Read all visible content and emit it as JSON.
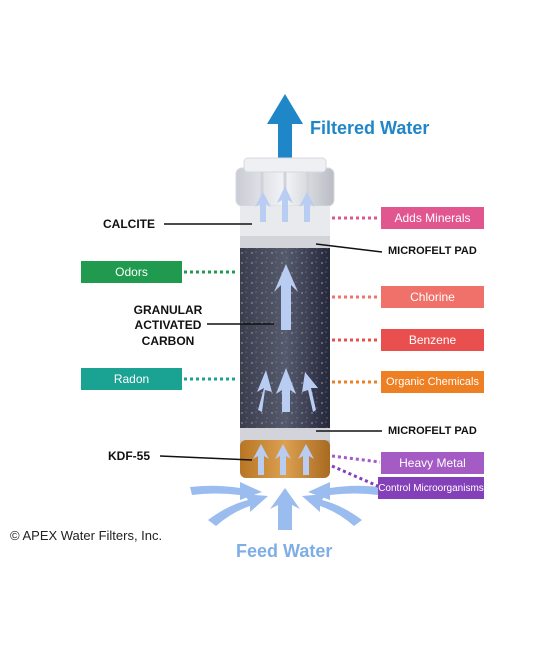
{
  "top_label": "Filtered Water",
  "bottom_label": "Feed Water",
  "copyright": "© APEX Water Filters, Inc.",
  "layers": {
    "calcite": "CALCITE",
    "microfelt_top": "MICROFELT PAD",
    "granular_l1": "GRANULAR",
    "granular_l2": "ACTIVATED",
    "granular_l3": "CARBON",
    "microfelt_bottom": "MICROFELT PAD",
    "kdf": "KDF-55"
  },
  "left_tags": [
    {
      "label": "Odors",
      "color": "#1f9a4e"
    },
    {
      "label": "Radon",
      "color": "#1aa392"
    }
  ],
  "right_tags": [
    {
      "label": "Adds Minerals",
      "color": "#e25690"
    },
    {
      "label": "Chlorine",
      "color": "#f0706a"
    },
    {
      "label": "Benzene",
      "color": "#ea4f4f"
    },
    {
      "label": "Organic Chemicals",
      "color": "#ee7f22"
    },
    {
      "label": "Heavy Metal",
      "color": "#a55bc4"
    },
    {
      "label": "Control Microorganisms",
      "color": "#8440b8"
    }
  ],
  "colors": {
    "filtered_arrow": "#1f86c8",
    "feed_arrow": "#7faee6",
    "carbon": "#2e3140",
    "kdf": "#c9873a"
  }
}
